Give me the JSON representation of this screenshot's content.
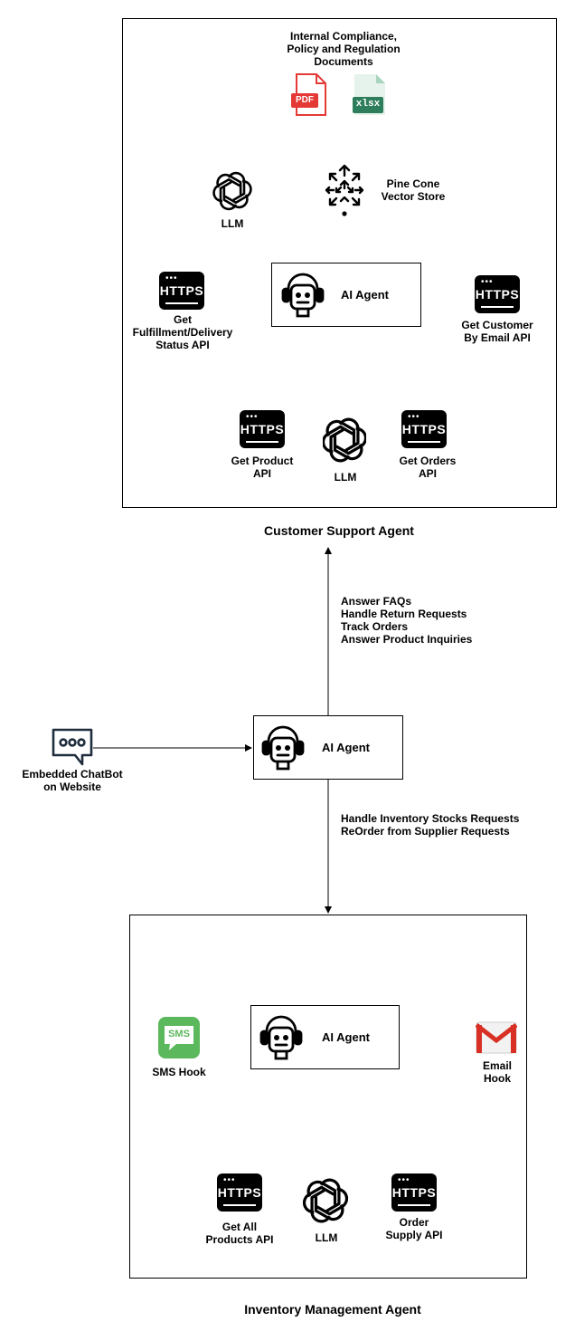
{
  "customer_support": {
    "caption": "Customer Support Agent",
    "documents_label_lines": [
      "Internal Compliance,",
      "Policy and Regulation",
      "Documents"
    ],
    "pdf_icon_label": "PDF",
    "xlsx_icon_label": "xlsx",
    "vector_store_label_lines": [
      "Pine Cone",
      "Vector Store"
    ],
    "llm_top_label": "LLM",
    "agent_label": "AI Agent",
    "fulfillment_label_lines": [
      "Get",
      "Fulfillment/Delivery",
      "Status API"
    ],
    "customer_label_lines": [
      "Get Customer",
      "By Email API"
    ],
    "product_label_lines": [
      "Get Product",
      "API"
    ],
    "llm_bottom_label": "LLM",
    "orders_label_lines": [
      "Get Orders",
      "API"
    ]
  },
  "router": {
    "chatbot_label_lines": [
      "Embedded ChatBot",
      "on Website"
    ],
    "agent_label": "AI Agent",
    "support_tasks": [
      "Answer FAQs",
      "Handle Return Requests",
      "Track Orders",
      "Answer Product Inquiries"
    ],
    "inventory_tasks": [
      "Handle Inventory Stocks Requests",
      "ReOrder from Supplier Requests"
    ]
  },
  "inventory": {
    "caption": "Inventory Management Agent",
    "agent_label": "AI Agent",
    "sms_icon_label": "SMS",
    "sms_label": "SMS Hook",
    "email_label_lines": [
      "Email",
      "Hook"
    ],
    "all_products_label_lines": [
      "Get All",
      "Products API"
    ],
    "llm_label": "LLM",
    "order_supply_label_lines": [
      "Order",
      "Supply API"
    ]
  },
  "https_badge_text": "HTTPS",
  "colors": {
    "pdf_red": "#e53935",
    "xlsx_green": "#2e7d5b",
    "sms_green": "#5cb85c",
    "gmail_red": "#d93025"
  }
}
